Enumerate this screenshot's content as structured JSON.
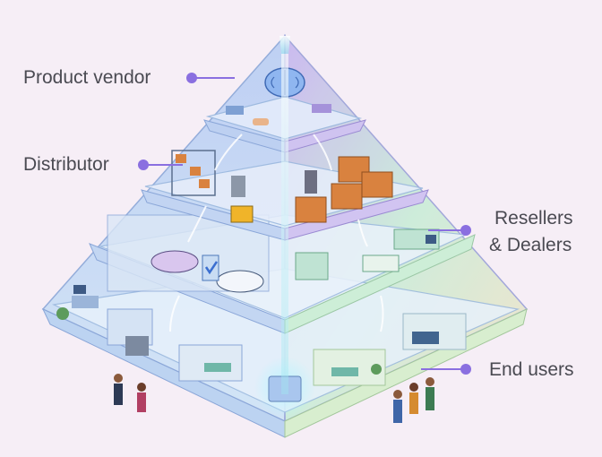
{
  "labels": {
    "product_vendor": "Product vendor",
    "distributor": "Distributor",
    "resellers_line1": "Resellers",
    "resellers_line2": "& Dealers",
    "end_users": "End users"
  },
  "tiers": [
    {
      "id": "product-vendor",
      "accent": "#8fb6f0"
    },
    {
      "id": "distributor",
      "accent": "#a48be6"
    },
    {
      "id": "resellers-dealers",
      "accent": "#8fd6c2"
    },
    {
      "id": "end-users",
      "accent": "#9fd8e8"
    }
  ],
  "colors": {
    "background": "#f6eef6",
    "leader": "#8a6fe0",
    "label_text": "#4a4a52",
    "glass_blue": "#cfe0f7",
    "glass_purple": "#dccdf5",
    "glass_green": "#d3f0df",
    "crate": "#d9823f"
  }
}
